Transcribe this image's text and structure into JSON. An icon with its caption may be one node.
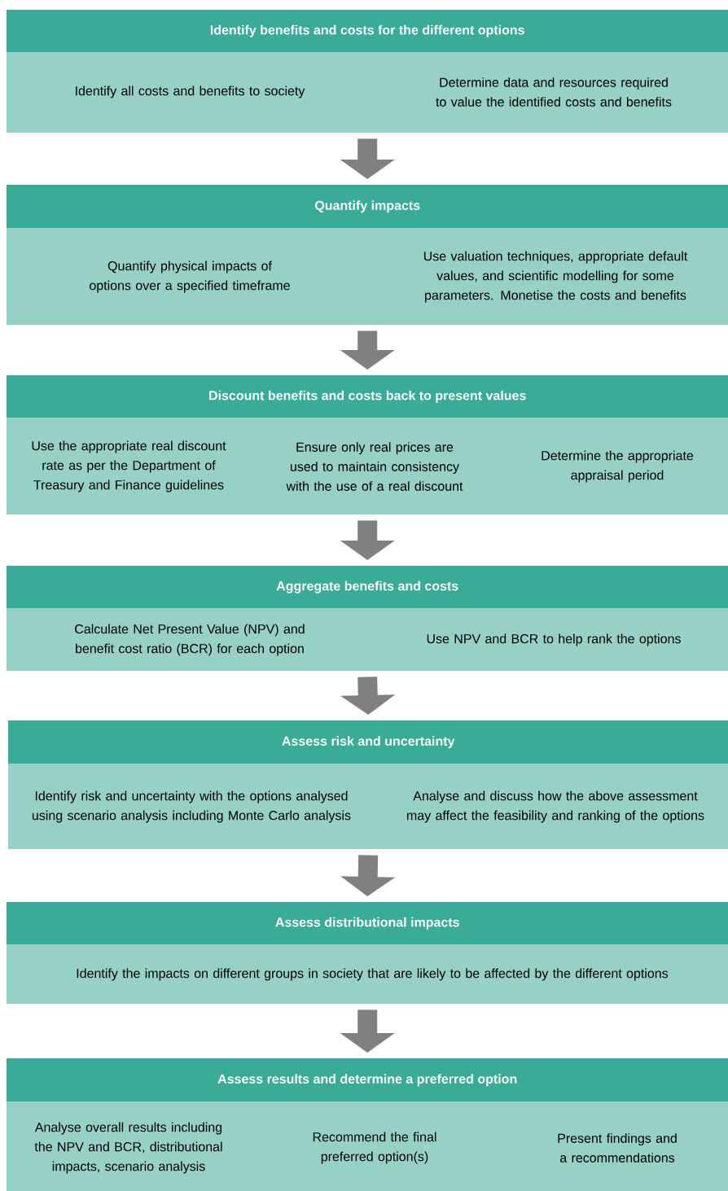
{
  "diagram": {
    "nodes": [
      {
        "text": [
          "Identify benefits and costs for the different options"
        ]
      },
      {
        "text": [
          "Identify all costs and benefits to society"
        ],
        "in": 0
      },
      {
        "text": [
          "Determine data and resources required to value the identified costs and benefits"
        ],
        "in": 0
      },
      {
        "text": [
          "Quantify impacts"
        ]
      },
      {
        "text": [
          "Quantify physical impacts of options over a specified timeframe"
        ],
        "in": 3
      },
      {
        "text": [
          "Use valuation techniques, appropriate default values, and scientific modelling for some parameters. Monetise the costs and benefits"
        ],
        "in": 3
      },
      {
        "text": [
          "Discount benefits and costs back to present values"
        ]
      },
      {
        "text": [
          "Use the appropriate real discount rate as per the Department of Treasury and Finance guidelines"
        ],
        "in": 6
      },
      {
        "text": [
          "Ensure only real prices are used to maintain consistency with the use of a real discount"
        ],
        "in": 6
      },
      {
        "text": [
          "Determine the appropriate appraisal period"
        ],
        "in": 6
      },
      {
        "text": [
          "Aggregate benefits and costs"
        ]
      },
      {
        "text": [
          "Calculate Net Present Value (NPV) and benefit cost ratio (BCR) for each option"
        ],
        "in": 10
      },
      {
        "text": [
          "Use NPV and BCR to help rank the options"
        ],
        "in": 10
      },
      {
        "text": [
          "Assess risk and uncertainty"
        ]
      },
      {
        "text": [
          "Identify risk and uncertainty with the options analysed using scenario analysis including Monte Carlo analysis"
        ],
        "in": 13
      },
      {
        "text": [
          "Analyse and discuss how the above assessment may affect the feasibility and ranking of the options"
        ],
        "in": 13
      },
      {
        "text": [
          "Assess distributional impacts"
        ]
      },
      {
        "text": [
          "Identify the impacts on different groups in society that are likely to be affected by the different options"
        ],
        "in": 16
      },
      {
        "text": [
          "Assess results and determine a preferred option"
        ]
      },
      {
        "text": [
          "Analyse overall results including the NPV and BCR, distributional impacts, scenario analysis"
        ],
        "in": 18
      },
      {
        "text": [
          "Recommend the final preferred option(s)"
        ],
        "in": 18
      },
      {
        "text": [
          "Present findings and a recommendations"
        ],
        "in": 18
      }
    ],
    "edges": [
      {
        "from": 0,
        "to": 3,
        "arrow": "to"
      },
      {
        "from": 3,
        "to": 6,
        "arrow": "to"
      },
      {
        "from": 6,
        "to": 10,
        "arrow": "to"
      },
      {
        "from": 10,
        "to": 13,
        "arrow": "to"
      },
      {
        "from": 13,
        "to": 16,
        "arrow": "to"
      },
      {
        "from": 16,
        "to": 18,
        "arrow": "to"
      }
    ]
  }
}
